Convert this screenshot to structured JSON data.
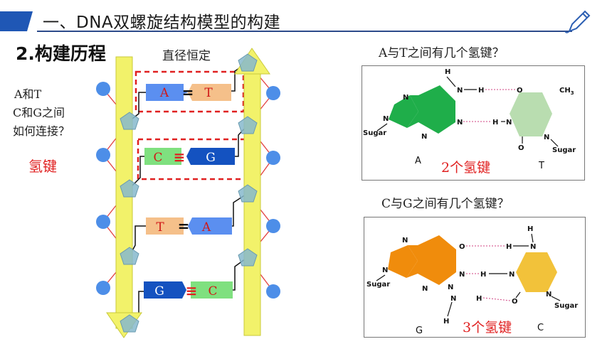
{
  "header": {
    "title": "一、DNA双螺旋结构模型的构建",
    "accent_color": "#1f57b5"
  },
  "section_title": "2.构建历程",
  "diameter_label": "直径恒定",
  "left_question": {
    "line1": "A和T",
    "line2": "C和G之间",
    "line3": "如何连接？",
    "answer": "氢键"
  },
  "pairs": [
    {
      "left": "A",
      "right": "T",
      "bond": "="
    },
    {
      "left": "C",
      "right": "G",
      "bond": "≡"
    },
    {
      "left": "T",
      "right": "A",
      "bond": "="
    },
    {
      "left": "G",
      "right": "C",
      "bond": "≡"
    }
  ],
  "at_panel": {
    "question": "A与T之间有几个氢键？",
    "answer": "2个氢键",
    "left_base": "A",
    "right_base": "T",
    "atoms": {
      "h": "H",
      "n": "N",
      "o": "O",
      "ch3": "CH3",
      "sugar": "Sugar"
    }
  },
  "cg_panel": {
    "question": "C与G之间有几个氢键？",
    "answer": "3个氢键",
    "left_base": "G",
    "right_base": "C",
    "atoms": {
      "h": "H",
      "n": "N",
      "o": "O",
      "sugar": "Sugar"
    }
  },
  "colors": {
    "red_answer": "#e02020",
    "base_A": "#5b8ff0",
    "base_T": "#f5c08a",
    "base_C": "#7fe07f",
    "base_G": "#1452c0",
    "backbone": "#f0f060",
    "adenine_ring": "#1fae4a",
    "thymine_ring": "#b9ddb0",
    "guanine_ring": "#f08c0c",
    "cytosine_ring": "#f2c23a"
  }
}
